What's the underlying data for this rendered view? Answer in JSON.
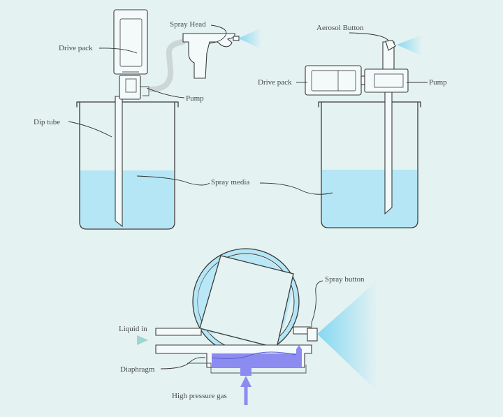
{
  "colors": {
    "background": "#e4f2f2",
    "liquid": "#b4e6f6",
    "high_pressure_gas": "#8c8cf0",
    "spray_mist": "#7fd6f2",
    "outline": "#3a3a3a"
  },
  "labels": {
    "drive_pack_left": "Drive pack",
    "spray_head": "Spray Head",
    "pump_left": "Pump",
    "dip_tube": "Dip tube",
    "spray_media": "Spray media",
    "aerosol_button": "Aerosol Button",
    "drive_pack_right": "Drive pack",
    "pump_right": "Pump",
    "spray_button": "Spray button",
    "liquid_in": "Liquid in",
    "diaphragm": "Diaphragm",
    "high_pressure_gas": "High pressure gas"
  }
}
